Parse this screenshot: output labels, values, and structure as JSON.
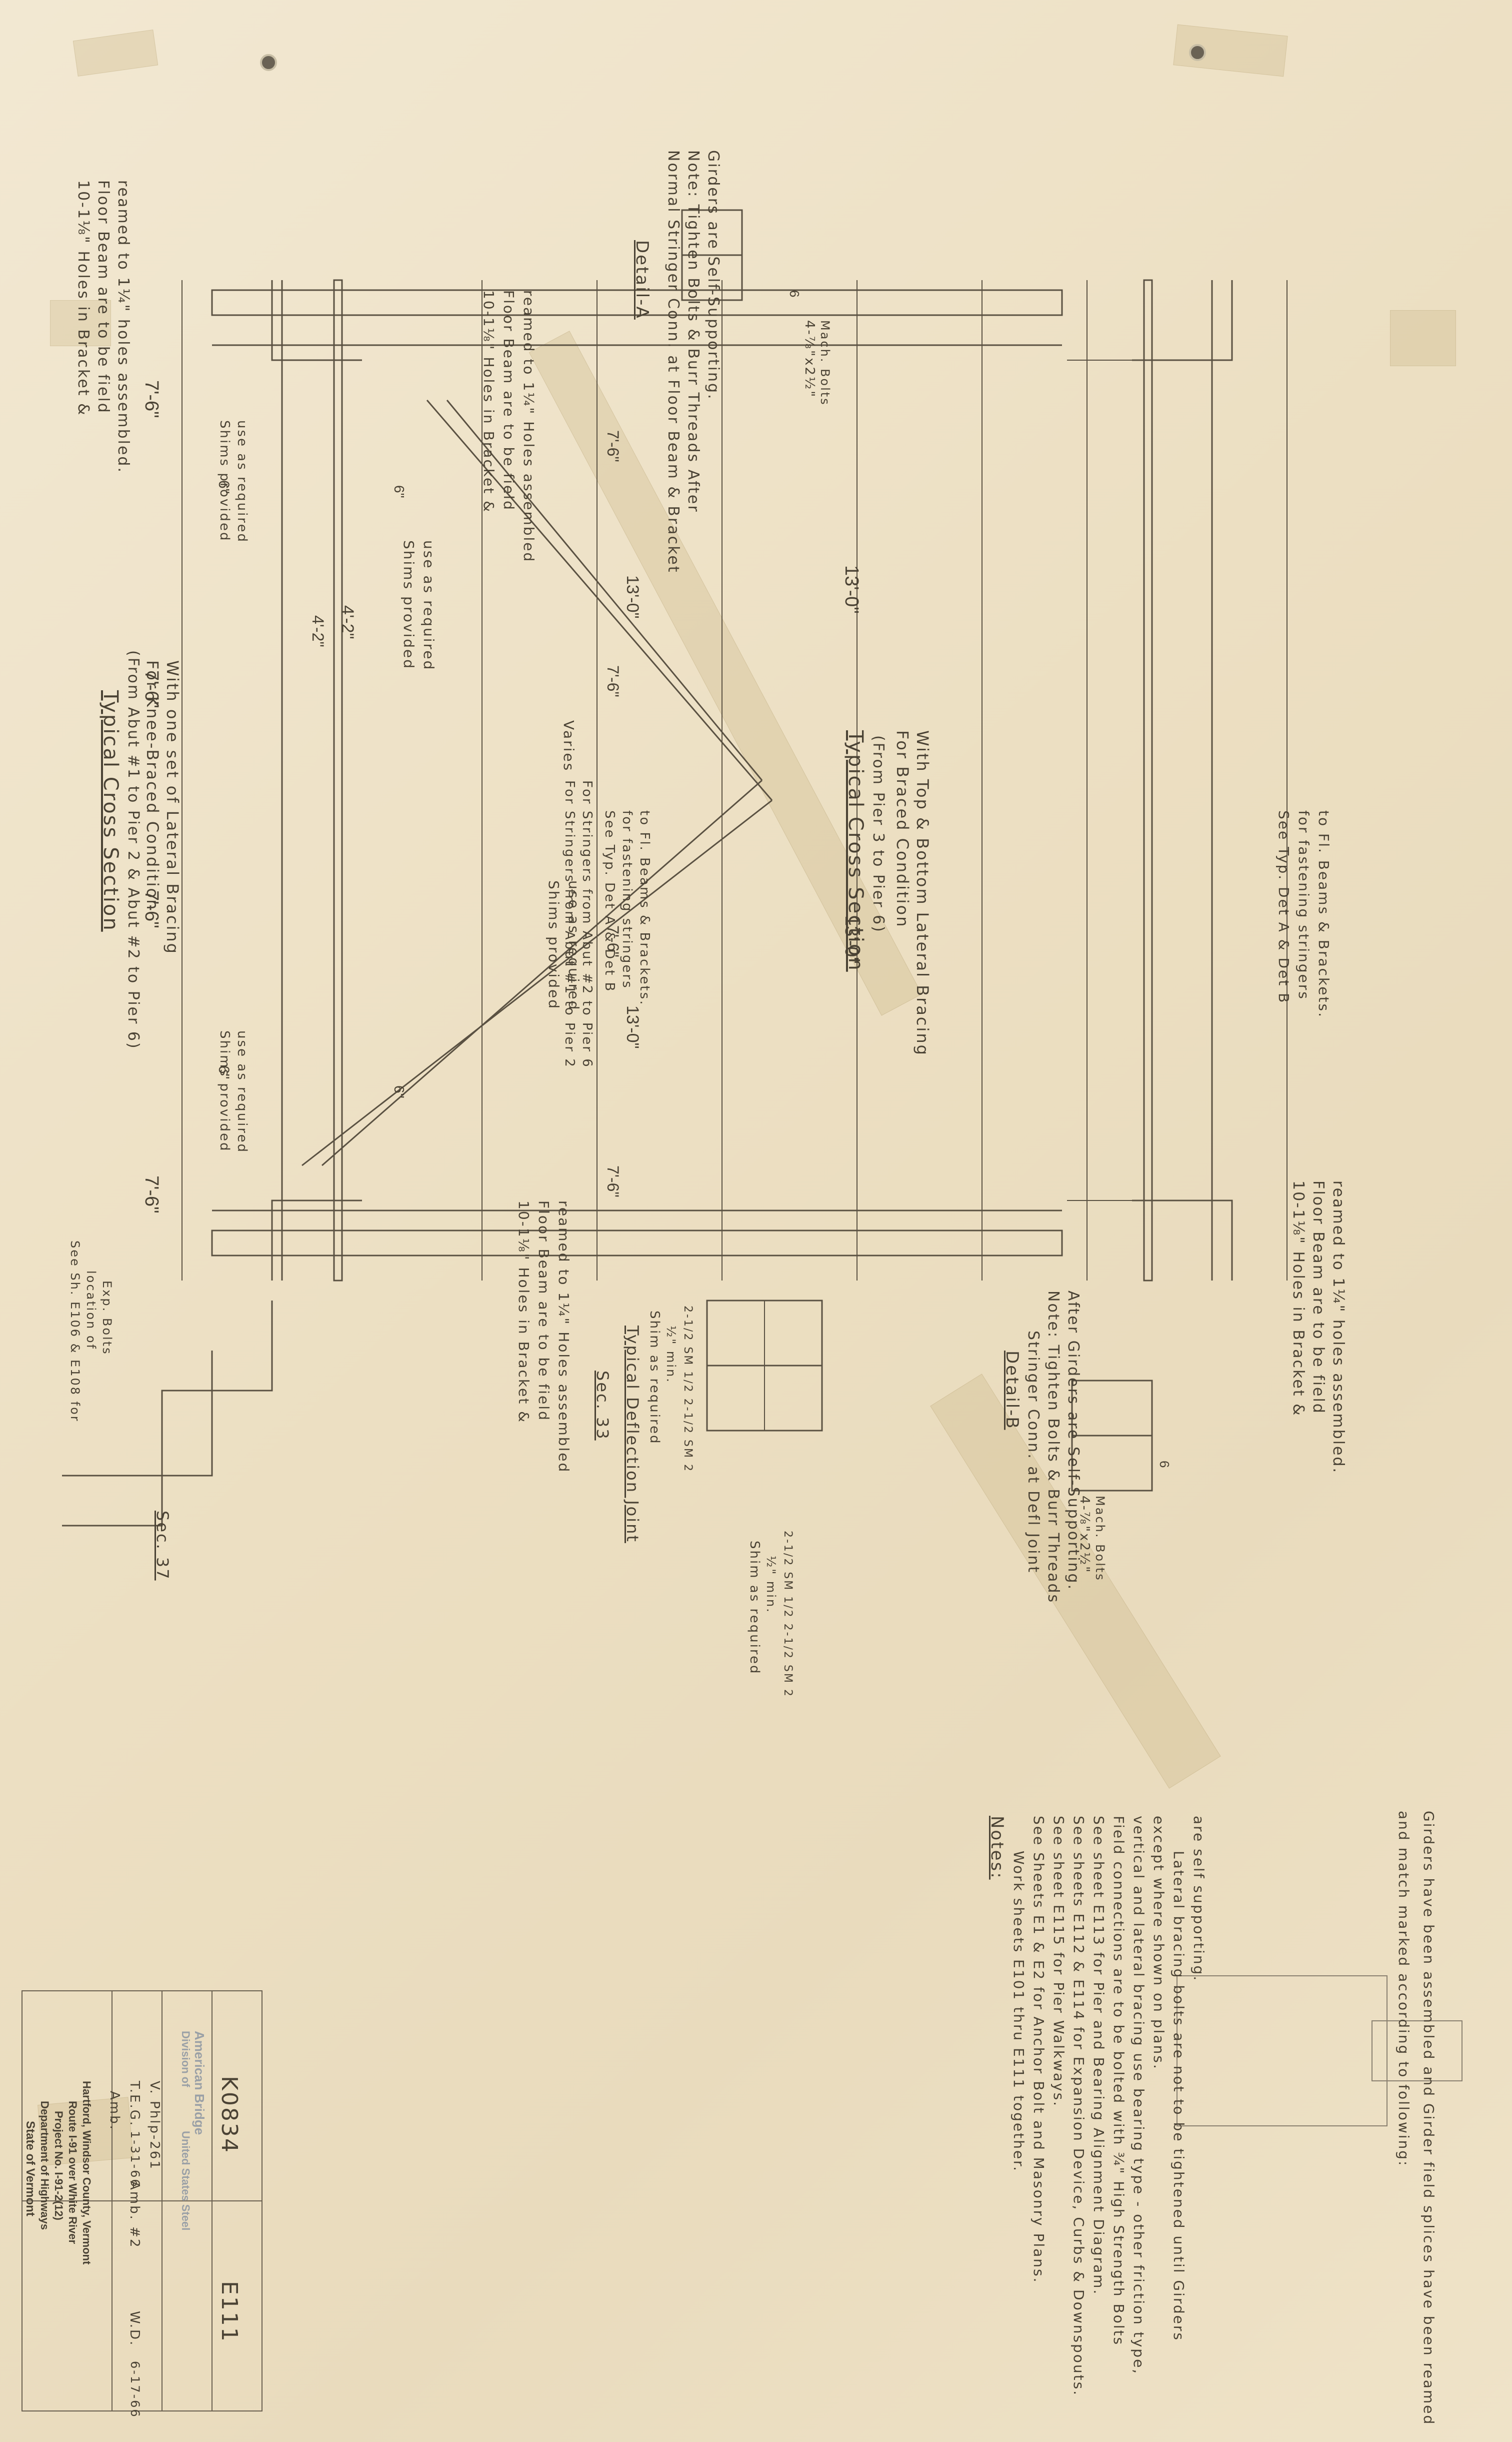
{
  "top_cross_section": {
    "title": "Typical Cross Section",
    "range": "(From Pier 3 to Pier 6)",
    "condition_1": "For Braced Condition",
    "condition_2": "With Top & Bottom Lateral Bracing",
    "dim_7_6": "7'-6\"",
    "dim_13_0": "13'-0\"",
    "dim_4_2": "4'-2\"",
    "dim_6": "6\"",
    "hole_note_1": "10-1⅛\" Holes in Bracket &",
    "hole_note_2": "Floor Beam are to be field",
    "hole_note_3": "reamed to 1¼\" holes assembled.",
    "shims_1": "Shims provided",
    "shims_2": "use as required",
    "see_det_1": "See Typ. Det A & Det B",
    "see_det_2": "for fastening stringers",
    "see_det_3": "to Fl. Beams & Brackets."
  },
  "bottom_cross_section": {
    "title": "Typical Cross Section",
    "range": "(From Abut #1 to Pier 2 & Abut #2 to Pier 6)",
    "condition_1": "For Knee-Braced Condition",
    "condition_2": "With one set of Lateral Bracing",
    "dim_7_6": "7'-6\"",
    "dim_13_0": "13'-0\"",
    "dim_4_2": "4'-2\"",
    "dim_6": "6\"",
    "varies": "Varies",
    "stringers_1": "For Stringers from Abut #1 to Pier 2",
    "stringers_2": "For Stringers from Abut #2 to Pier 6",
    "hole_note_1": "10-1⅛\" Holes in Bracket &",
    "hole_note_2": "Floor Beam are to be field",
    "hole_note_3": "reamed to 1¼\" Holes assembled",
    "shims_1": "Shims provided",
    "shims_2": "use as required",
    "see_det_1": "See Typ. Det A & Det B",
    "see_det_2": "for fastening stringers",
    "see_det_3": "to Fl. Beams & Brackets."
  },
  "detail_a": {
    "title": "Detail-A",
    "line_1": "Normal Stringer Conn. at Floor Beam & Bracket",
    "line_2": "Note: Tighten Bolts & Burr Threads After",
    "line_3": "Girders are Self-Supporting.",
    "bolts": "4-⅞\"x2½\"",
    "mach": "Mach. Bolts",
    "dim": "6"
  },
  "detail_b": {
    "title": "Detail-B",
    "line_1": "Stringer Conn. at Defl Joint",
    "line_2": "Note: Tighten Bolts & Burr Threads",
    "line_3": "After Girders are Self-Supporting.",
    "bolts": "4-⅞\"x2½\"",
    "mach": "Mach. Bolts",
    "dim": "6"
  },
  "deflection_joint": {
    "title": "Typical Deflection Joint",
    "shim_1": "Shim as required",
    "shim_2": "½\" min.",
    "shim_3": "2-1/2 SM 1/2 2-1/2 SM 2",
    "shim_b1": "Shim as required",
    "shim_b2": "½\" min.",
    "shim_b3": "2-1/2 SM 1/2 2-1/2 SM 2"
  },
  "sections": {
    "sec_33": "Sec. 33",
    "sec_37": "Sec. 37",
    "see_sheet_1": "See Sh. E106 & E108 for",
    "see_sheet_2": "location of",
    "see_sheet_3": "Exp. Bolts"
  },
  "notes": {
    "header": "Girders have been assembled and Girder field splices have been reamed",
    "header_2": "and match marked according to following:",
    "title": "Notes:",
    "line_1": "Work sheets E101 thru E111 together.",
    "line_2": "See Sheets E1 & E2 for Anchor Bolt and Masonry Plans.",
    "line_3": "See sheet E115 for Pier Walkways.",
    "line_4": "See sheets E112 & E114 for Expansion Device, Curbs & Downspouts.",
    "line_5": "See sheet E113 for Pier and Bearing Alignment Diagram.",
    "line_6": "Field connections are to be bolted with ¾\" High Strength Bolts",
    "line_7": "vertical and lateral bracing use bearing type - other friction type,",
    "line_8": "except where shown on plans.",
    "line_9": "Lateral bracing bolts are not to be tightened until Girders",
    "line_10": "are self supporting."
  },
  "title_block": {
    "state": "State of Vermont",
    "dept": "Department of Highways",
    "project": "Project No. I-91-2(12)",
    "route": "Route I-91 over White River",
    "location": "Hartford, Windsor County, Vermont",
    "company_1": "American Bridge",
    "company_2": "Division of",
    "company_3": "United States Steel",
    "contract": "Amb.",
    "checked": "T.E.G.",
    "date": "1-31-66",
    "order": "Amb. #2",
    "approved": "W.D.",
    "date_2": "6-17-66",
    "erection": "V. Phlp-261",
    "sheet_id": "K0834",
    "sheet_no": "E111"
  },
  "colors": {
    "paper": "#efe4cb",
    "ink": "#4a4234",
    "tape": "#cdbb8c"
  }
}
